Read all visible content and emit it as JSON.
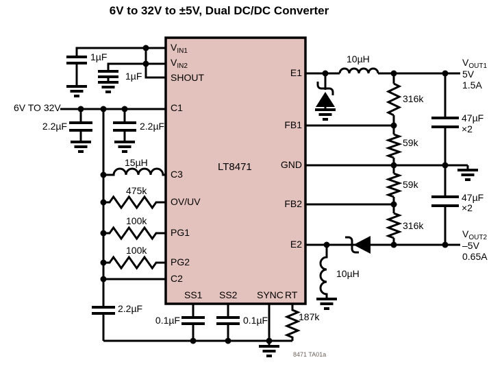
{
  "title": "6V to 32V to ±5V, Dual DC/DC Converter",
  "ic": {
    "part": "LT8471"
  },
  "pins": {
    "vin1_v": "V",
    "vin1_s": "IN1",
    "vin2_v": "V",
    "vin2_s": "IN2",
    "shout": "SHOUT",
    "c1": "C1",
    "c3": "C3",
    "ovuv": "OV/UV",
    "pg1": "PG1",
    "pg2": "PG2",
    "c2": "C2",
    "ss1": "SS1",
    "ss2": "SS2",
    "sync": "SYNC",
    "rt": "RT",
    "e1": "E1",
    "fb1": "FB1",
    "gnd": "GND",
    "fb2": "FB2",
    "e2": "E2"
  },
  "input": {
    "label": "6V TO 32V"
  },
  "components": {
    "c_vin1": "1µF",
    "c_vin2": "1µF",
    "c_in1": "2.2µF",
    "c_in2": "2.2µF",
    "l_c3": "15µH",
    "r_ovuv": "475k",
    "r_pg1": "100k",
    "r_pg2": "100k",
    "c_c2": "2.2µF",
    "c_ss1": "0.1µF",
    "c_ss2": "0.1µF",
    "r_rt": "187k",
    "l_out1": "10µH",
    "l_out2": "10µH",
    "r_fb1_hi": "316k",
    "r_fb1_lo": "59k",
    "r_fb2_hi": "59k",
    "r_fb2_lo": "316k",
    "c_out1": "47µF",
    "c_out1_x": "×2",
    "c_out2": "47µF",
    "c_out2_x": "×2"
  },
  "outputs": {
    "vout1_v": "V",
    "vout1_s": "OUT1",
    "vout1_volt": "5V",
    "vout1_amp": "1.5A",
    "vout2_v": "V",
    "vout2_s": "OUT2",
    "vout2_volt": "–5V",
    "vout2_amp": "0.65A"
  },
  "footer": {
    "fig": "8471 TA01a"
  },
  "colors": {
    "ic_fill": "#e3c2bd",
    "wire": "#000000",
    "fig_text": "#6e6259"
  }
}
